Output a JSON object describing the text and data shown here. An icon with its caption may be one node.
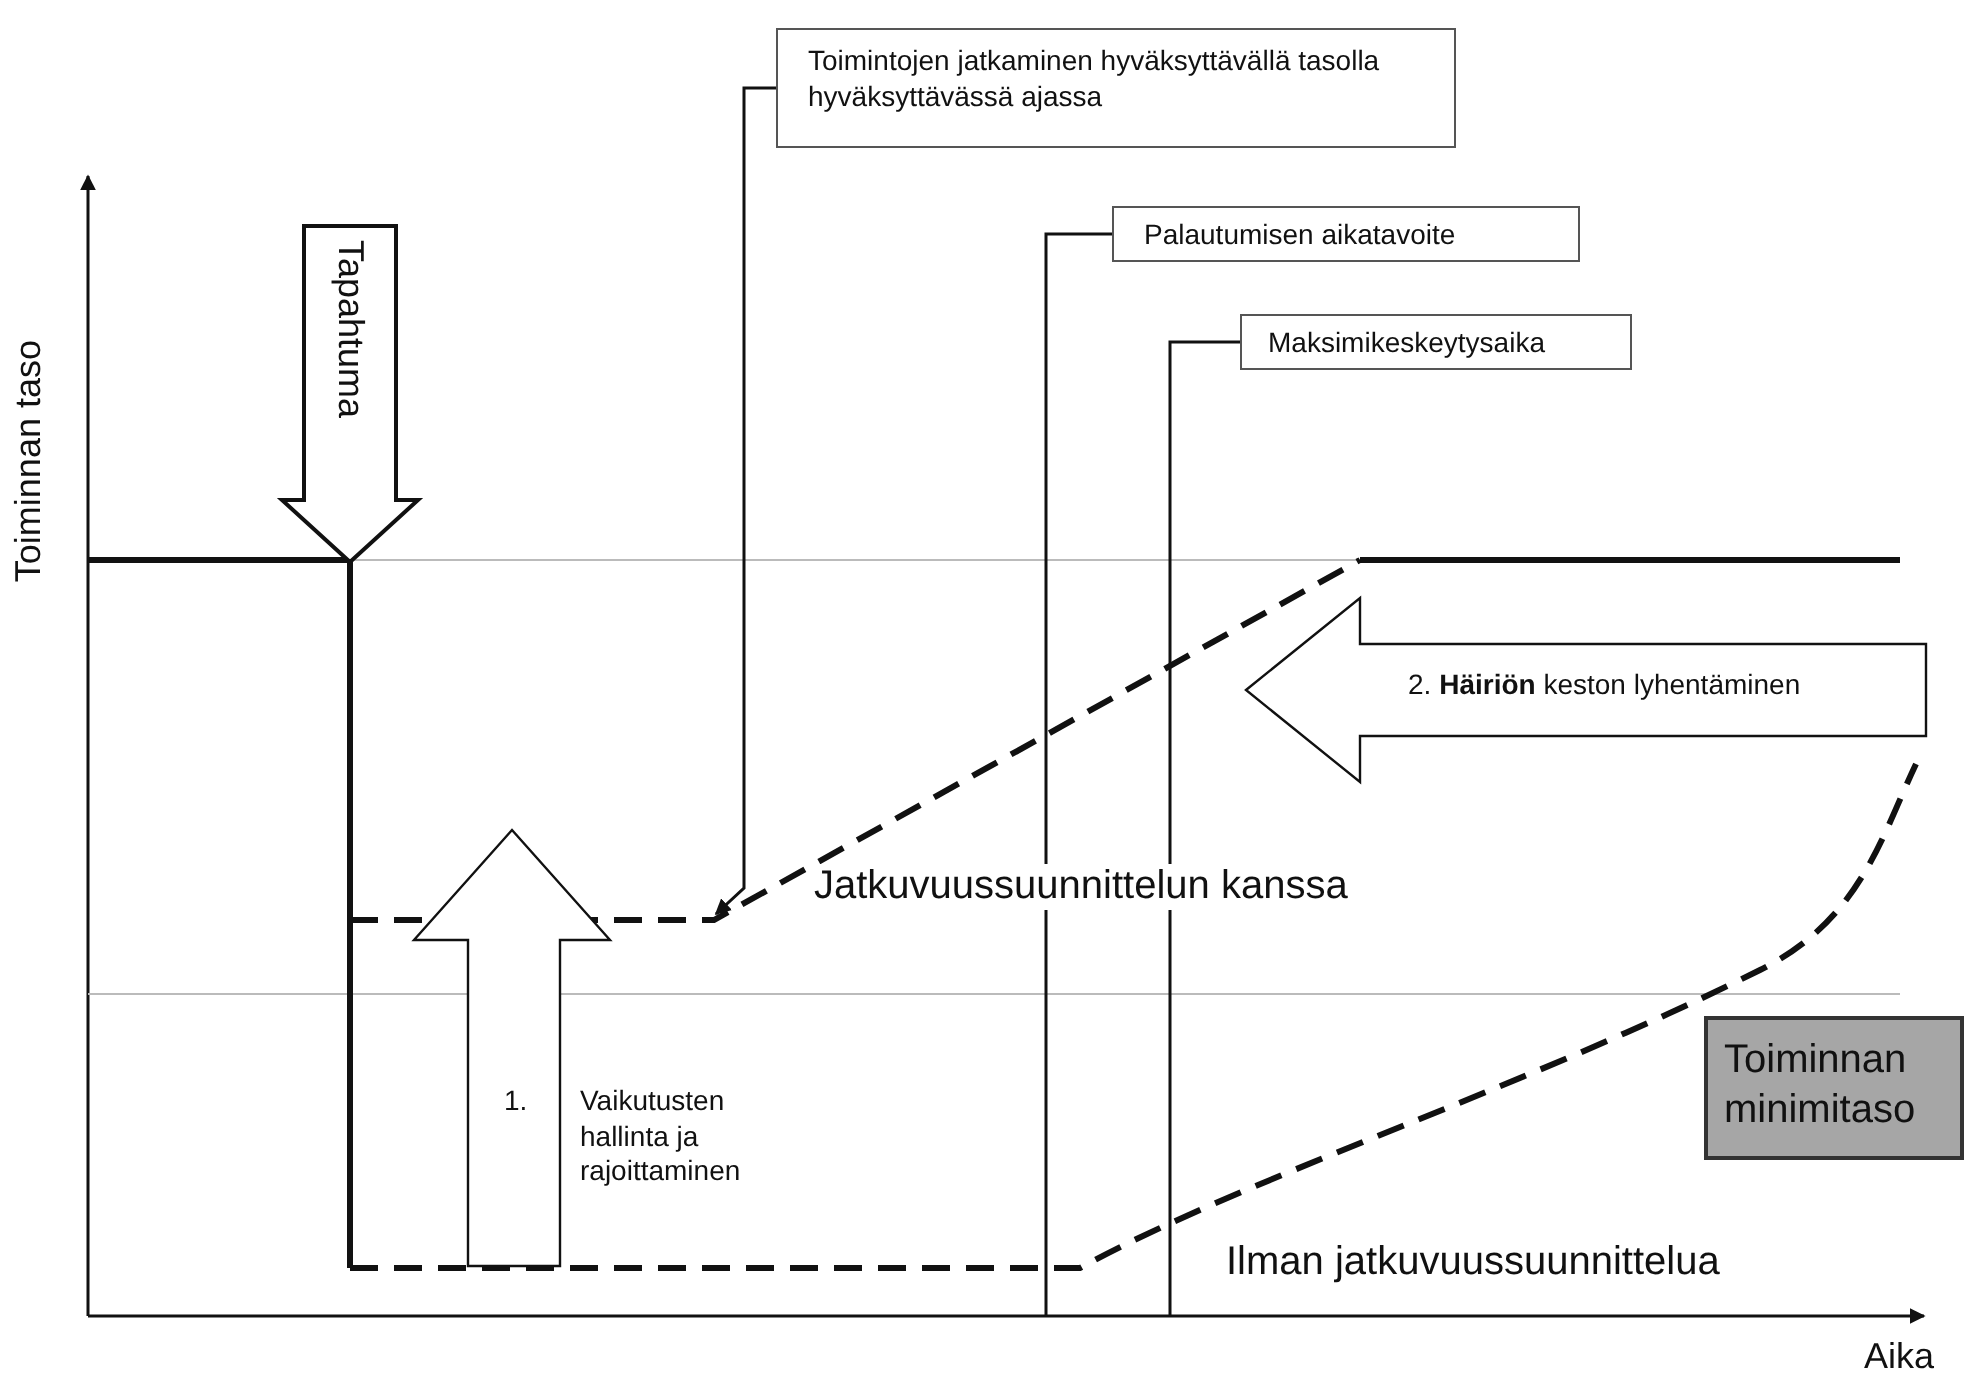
{
  "diagram": {
    "nodes": [
      {
        "text": [
          "Toimintojen jatkaminen hyväksyttävällä tasolla hyväksyttävässä ajassa"
        ]
      },
      {
        "text": [
          "Palautumisen aikatavoite"
        ]
      },
      {
        "text": [
          "Maksimikeskeytysaika"
        ]
      },
      {
        "text": [
          "Tapahtuma"
        ]
      },
      {
        "text": [
          "2. **Häiriön** keston lyhentäminen"
        ]
      },
      {
        "text": [
          "1.",
          "Vaikutusten hallinta ja rajoittaminen"
        ]
      },
      {
        "text": [
          "Toiminnan minimitaso"
        ]
      }
    ],
    "edges": [
      {
        "from": 0,
        "to": null,
        "arrow": "to"
      },
      {
        "from": 1,
        "to": null,
        "arrow": "none"
      },
      {
        "from": 2,
        "to": null,
        "arrow": "none"
      }
    ],
    "labels": [
      "Toiminnan taso",
      "Jatkuvuussuunnittelun kanssa",
      "Ilman jatkuvuussuunnittelua",
      "Aika"
    ]
  }
}
